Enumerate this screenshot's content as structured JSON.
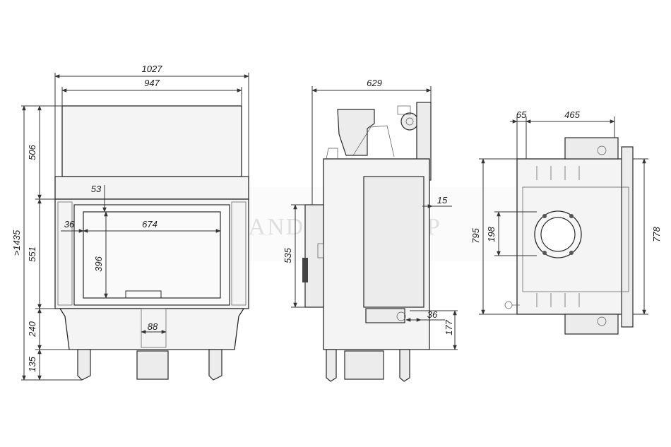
{
  "watermark": {
    "text": "KANDALLOSHOP"
  },
  "front_view": {
    "width_outer": "1027",
    "width_inner": "947",
    "top_height": "506",
    "total_height": ">1435",
    "mid_height": "551",
    "lower_height": "240",
    "leg_height": "135",
    "glass_offset_top": "53",
    "glass_offset_side": "36",
    "glass_width": "674",
    "glass_height": "396",
    "air_inlet": "88"
  },
  "side_view": {
    "depth": "629",
    "door_height": "535",
    "offset_15": "15",
    "offset_36": "36",
    "inlet_height": "177"
  },
  "top_view": {
    "offset": "65",
    "spacing": "465",
    "depth_left": "795",
    "flue_diameter": "198",
    "depth_right": "778"
  }
}
